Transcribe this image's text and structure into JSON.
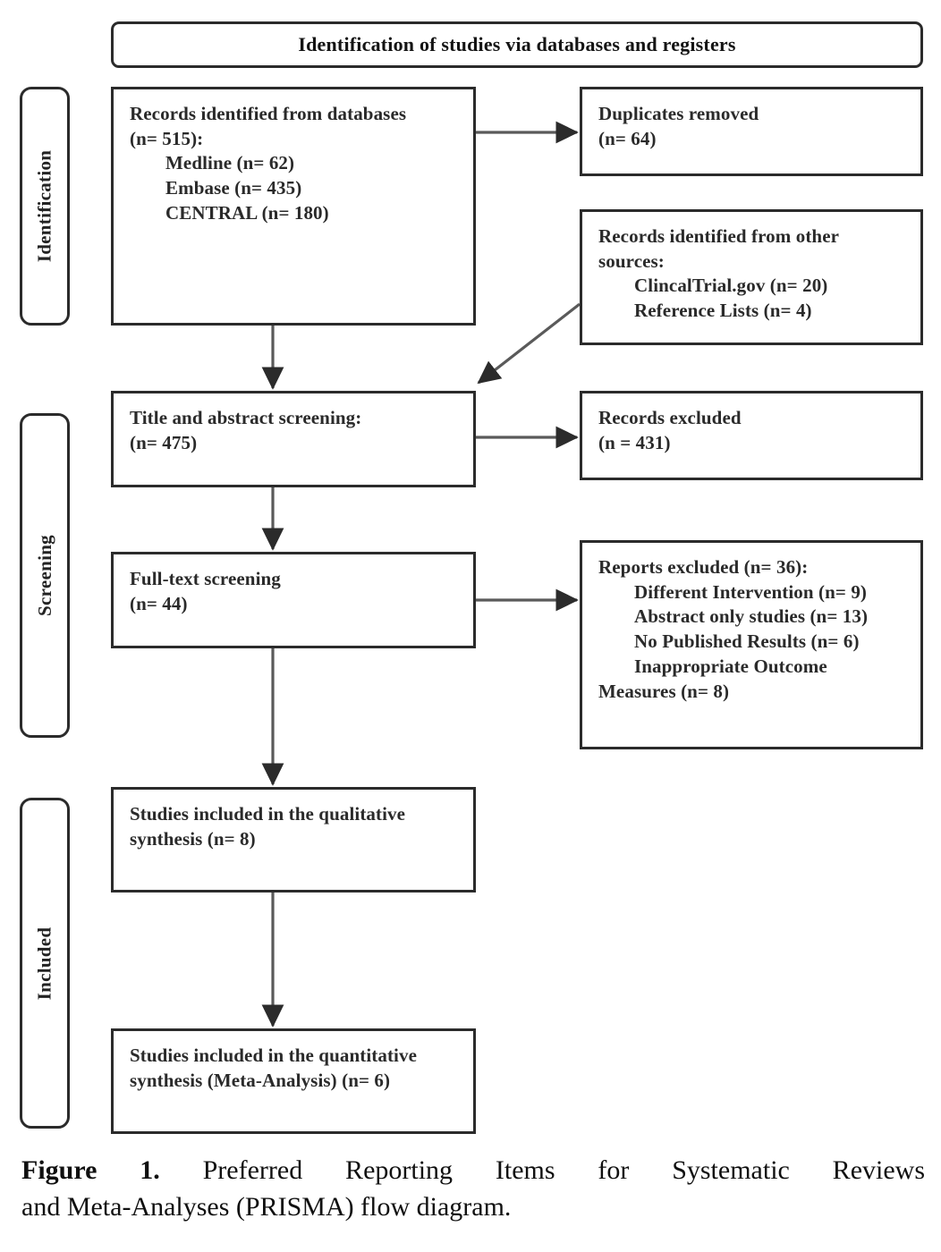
{
  "title_banner": {
    "text": "Identification of studies via databases and registers"
  },
  "stages": [
    {
      "key": "identification",
      "label": "Identification"
    },
    {
      "key": "screening",
      "label": "Screening"
    },
    {
      "key": "included",
      "label": "Included"
    }
  ],
  "boxes": {
    "databases": {
      "name": "records-identified-from-databases",
      "lines": [
        {
          "text": "Records identified from databases",
          "indent": false
        },
        {
          "text": "(n= 515):",
          "indent": false
        },
        {
          "text": "Medline (n= 62)",
          "indent": true
        },
        {
          "text": "Embase (n= 435)",
          "indent": true
        },
        {
          "text": "CENTRAL (n= 180)",
          "indent": true
        }
      ]
    },
    "duplicates": {
      "name": "duplicates-removed",
      "lines": [
        {
          "text": "Duplicates removed",
          "indent": false
        },
        {
          "text": "(n= 64)",
          "indent": false
        }
      ]
    },
    "other_sources": {
      "name": "records-identified-other-sources",
      "lines": [
        {
          "text": "Records identified from other",
          "indent": false
        },
        {
          "text": "sources:",
          "indent": false
        },
        {
          "text": "ClincalTrial.gov (n= 20)",
          "indent": true
        },
        {
          "text": "Reference Lists (n= 4)",
          "indent": true
        }
      ]
    },
    "title_abstract": {
      "name": "title-abstract-screening",
      "lines": [
        {
          "text": "Title and abstract screening:",
          "indent": false
        },
        {
          "text": "(n= 475)",
          "indent": false
        }
      ]
    },
    "records_excluded": {
      "name": "records-excluded",
      "lines": [
        {
          "text": "Records excluded",
          "indent": false
        },
        {
          "text": "(n = 431)",
          "indent": false
        }
      ]
    },
    "full_text": {
      "name": "full-text-screening",
      "lines": [
        {
          "text": "Full-text screening",
          "indent": false
        },
        {
          "text": "(n= 44)",
          "indent": false
        }
      ]
    },
    "reports_excluded": {
      "name": "reports-excluded",
      "lines": [
        {
          "text": "Reports excluded (n= 36):",
          "indent": false
        },
        {
          "text": "Different Intervention (n= 9)",
          "indent": true
        },
        {
          "text": "Abstract only studies (n= 13)",
          "indent": true
        },
        {
          "text": "No Published Results (n= 6)",
          "indent": true
        },
        {
          "text": "Inappropriate Outcome",
          "indent": true
        },
        {
          "text": "Measures (n= 8)",
          "indent": false
        }
      ]
    },
    "qualitative": {
      "name": "studies-included-qualitative",
      "lines": [
        {
          "text": "Studies included in the qualitative",
          "indent": false
        },
        {
          "text": "synthesis (n= 8)",
          "indent": false
        }
      ]
    },
    "quantitative": {
      "name": "studies-included-quantitative",
      "lines": [
        {
          "text": "Studies included in the quantitative",
          "indent": false
        },
        {
          "text": "synthesis (Meta-Analysis) (n= 6)",
          "indent": false
        }
      ]
    }
  },
  "caption": {
    "label": "Figure 1.",
    "line1_rest": "Preferred Reporting Items for Systematic Reviews",
    "line2": "and Meta-Analyses (PRISMA) flow diagram."
  },
  "colors": {
    "stroke": "#2b2b2b",
    "text": "#1a1a1a",
    "background": "#ffffff"
  },
  "chart_data": {
    "type": "diagram",
    "diagram_kind": "PRISMA flow diagram",
    "title": "Identification of studies via databases and registers",
    "stages": [
      "Identification",
      "Screening",
      "Included"
    ],
    "nodes": [
      {
        "id": "databases",
        "stage": "Identification",
        "label": "Records identified from databases",
        "n": 515,
        "breakdown": {
          "Medline": 62,
          "Embase": 435,
          "CENTRAL": 180
        }
      },
      {
        "id": "duplicates",
        "stage": "Identification",
        "label": "Duplicates removed",
        "n": 64
      },
      {
        "id": "other_sources",
        "stage": "Identification",
        "label": "Records identified from other sources",
        "breakdown": {
          "ClincalTrial.gov": 20,
          "Reference Lists": 4
        }
      },
      {
        "id": "title_abstract",
        "stage": "Screening",
        "label": "Title and abstract screening",
        "n": 475
      },
      {
        "id": "records_excluded",
        "stage": "Screening",
        "label": "Records excluded",
        "n": 431
      },
      {
        "id": "full_text",
        "stage": "Screening",
        "label": "Full-text screening",
        "n": 44
      },
      {
        "id": "reports_excluded",
        "stage": "Screening",
        "label": "Reports excluded",
        "n": 36,
        "breakdown": {
          "Different Intervention": 9,
          "Abstract only studies": 13,
          "No Published Results": 6,
          "Inappropriate Outcome Measures": 8
        }
      },
      {
        "id": "qualitative",
        "stage": "Included",
        "label": "Studies included in the qualitative synthesis",
        "n": 8
      },
      {
        "id": "quantitative",
        "stage": "Included",
        "label": "Studies included in the quantitative synthesis (Meta-Analysis)",
        "n": 6
      }
    ],
    "edges": [
      {
        "from": "databases",
        "to": "duplicates",
        "direction": "horizontal"
      },
      {
        "from": "databases",
        "to": "title_abstract",
        "direction": "vertical"
      },
      {
        "from": "other_sources",
        "to": "title_abstract",
        "direction": "diagonal"
      },
      {
        "from": "title_abstract",
        "to": "records_excluded",
        "direction": "horizontal"
      },
      {
        "from": "title_abstract",
        "to": "full_text",
        "direction": "vertical"
      },
      {
        "from": "full_text",
        "to": "reports_excluded",
        "direction": "horizontal"
      },
      {
        "from": "full_text",
        "to": "qualitative",
        "direction": "vertical"
      },
      {
        "from": "qualitative",
        "to": "quantitative",
        "direction": "vertical"
      }
    ]
  }
}
